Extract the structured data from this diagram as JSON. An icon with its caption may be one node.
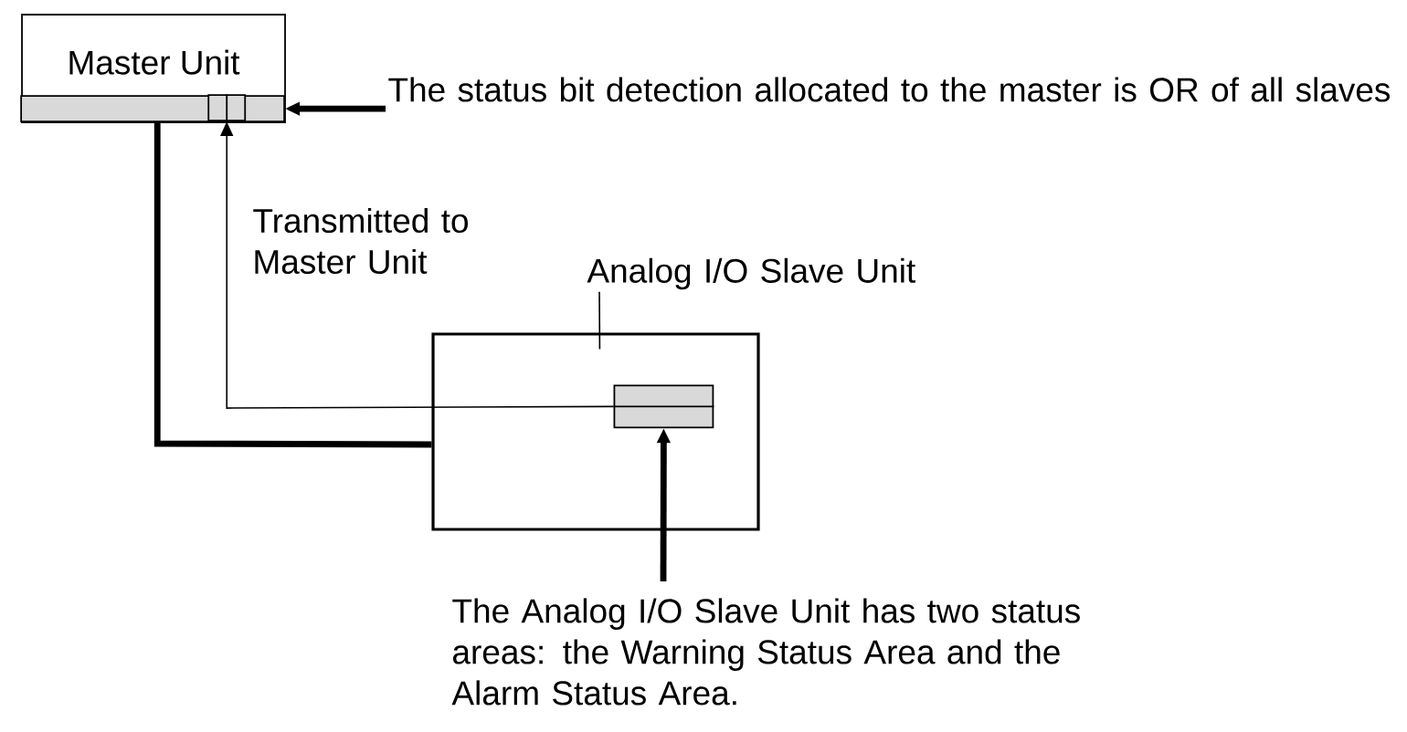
{
  "diagram": {
    "nodes": [
      {
        "text": [
          "Master Unit"
        ]
      },
      {
        "text": [],
        "shape": "bar",
        "in": 0
      },
      {
        "text": [],
        "shape": "box",
        "in": 1
      },
      {
        "text": [
          "The status bit detection allocated to the master is OR of all slaves"
        ]
      },
      {
        "text": [
          "Analog I/O Slave Unit"
        ]
      },
      {
        "text": [],
        "shape": "box"
      },
      {
        "text": [],
        "shape": "box",
        "in": 5
      },
      {
        "text": [
          "The Analog I/O Slave Unit has two status areas: the Warning Status Area and the Alarm Status Area."
        ]
      }
    ],
    "edges": [
      {
        "from": 3,
        "to": 1,
        "arrow": "to"
      },
      {
        "from": 6,
        "to": 2,
        "arrow": "to",
        "label": "Transmitted to Master Unit"
      },
      {
        "from": 1,
        "to": 5,
        "arrow": "none"
      },
      {
        "from": 4,
        "to": 5,
        "arrow": "none"
      },
      {
        "from": 7,
        "to": 6,
        "arrow": "to"
      }
    ]
  }
}
